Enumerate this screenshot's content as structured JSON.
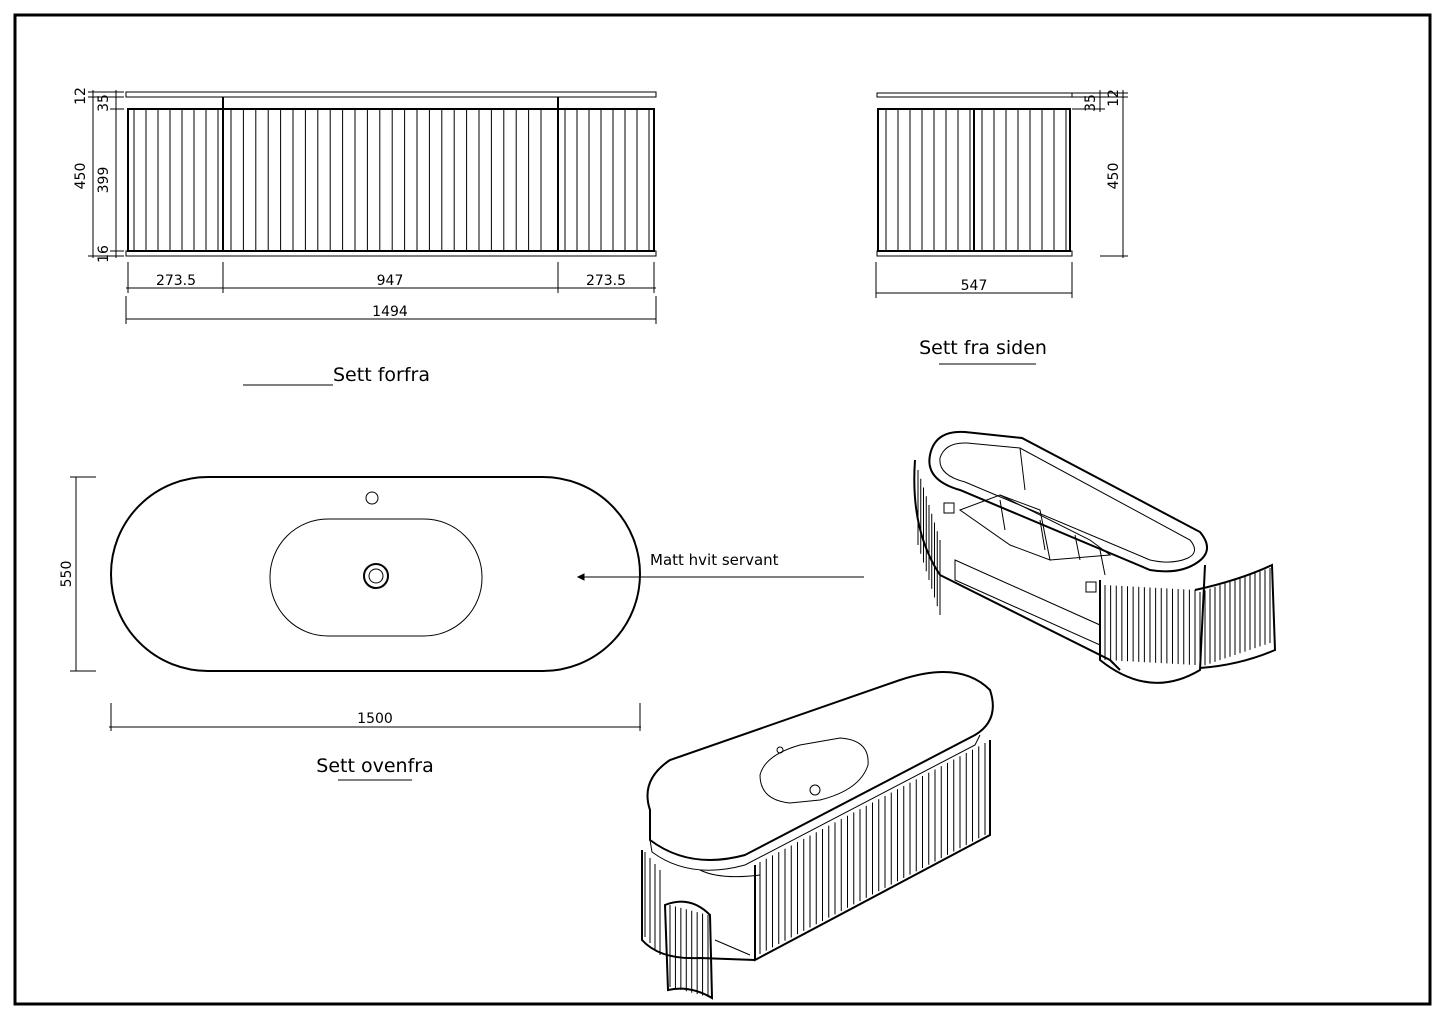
{
  "front_view": {
    "title": "Sett forfra",
    "dims": {
      "d12": "12",
      "d35": "35",
      "d450": "450",
      "d399": "399",
      "d16": "16",
      "w1": "273.5",
      "w2": "947",
      "w3": "273.5",
      "total": "1494"
    }
  },
  "side_view": {
    "title": "Sett fra siden",
    "dims": {
      "d35": "35",
      "d12": "12",
      "d450": "450",
      "depth": "547"
    }
  },
  "top_view": {
    "title": "Sett ovenfra",
    "dims": {
      "width": "1500",
      "depth": "550"
    },
    "annotation": "Matt hvit servant"
  },
  "colors": {
    "line": "#000000",
    "background": "#ffffff"
  }
}
